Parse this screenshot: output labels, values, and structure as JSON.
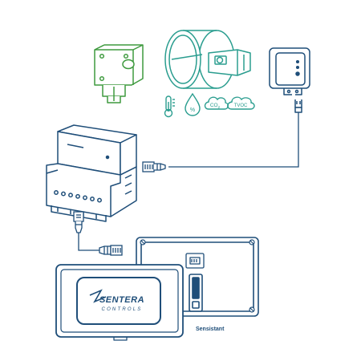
{
  "colors": {
    "device_outline": "#1f4e79",
    "sensor_green": "#3f9a3f",
    "icon_teal": "#2a9d8f",
    "cable": "#1f4e79"
  },
  "labels": {
    "brand_main": "SENTERA",
    "brand_sub": "CONTROLS",
    "sensistant": "Sensistant",
    "co2": "CO",
    "co2_sub": "2",
    "tvoc": "TVOC",
    "humidity": "%"
  },
  "icons": {
    "temperature": "thermometer-icon",
    "humidity": "humidity-drop-icon",
    "co2": "co2-cloud-icon",
    "tvoc": "tvoc-cloud-icon"
  }
}
